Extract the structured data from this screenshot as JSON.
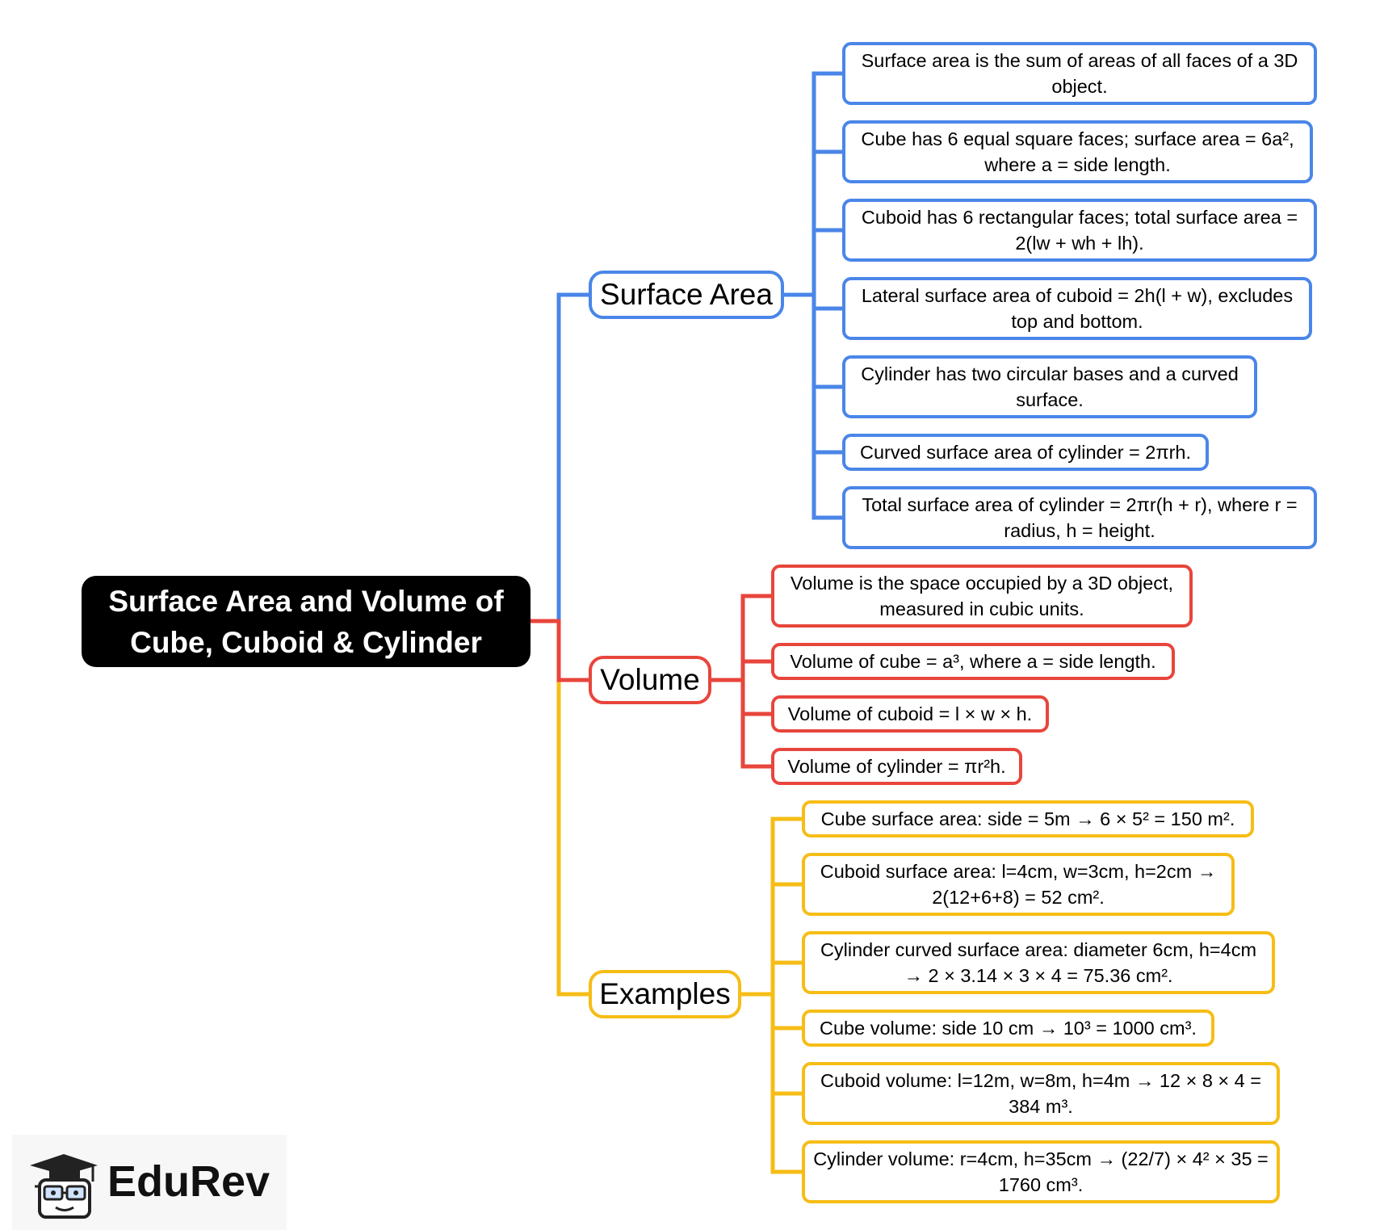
{
  "colors": {
    "surface_area": "#4a86e8",
    "volume": "#e8453c",
    "examples": "#f6bd16",
    "root_bg": "#000000",
    "root_text": "#ffffff"
  },
  "root": {
    "line1": "Surface Area and Volume of",
    "line2": "Cube, Cuboid & Cylinder"
  },
  "branches": {
    "surface_area": {
      "label": "Surface Area",
      "items": [
        "Surface area is the sum of areas of all faces of a 3D object.",
        "Cube has 6 equal square faces; surface area = 6a², where a = side length.",
        "Cuboid has 6 rectangular faces; total surface area = 2(lw + wh + lh).",
        "Lateral surface area of cuboid = 2h(l + w), excludes top and bottom.",
        "Cylinder has two circular bases and a curved surface.",
        "Curved surface area of cylinder = 2πrh.",
        "Total surface area of cylinder = 2πr(h + r), where r = radius, h = height."
      ]
    },
    "volume": {
      "label": "Volume",
      "items": [
        "Volume is the space occupied by a 3D object, measured in cubic units.",
        "Volume of cube = a³, where a = side length.",
        "Volume of cuboid = l × w × h.",
        "Volume of cylinder = πr²h."
      ]
    },
    "examples": {
      "label": "Examples",
      "items": [
        "Cube surface area: side = 5m → 6 × 5² = 150 m².",
        "Cuboid surface area: l=4cm, w=3cm, h=2cm → 2(12+6+8) = 52 cm².",
        "Cylinder curved surface area: diameter 6cm, h=4cm → 2 × 3.14 × 3 × 4 = 75.36 cm².",
        "Cube volume: side 10 cm → 10³ = 1000 cm³.",
        "Cuboid volume: l=12m, w=8m, h=4m → 12 × 8 × 4 = 384 m³.",
        "Cylinder volume: r=4cm, h=35cm → (22/7) × 4² × 35 = 1760 cm³."
      ]
    }
  },
  "logo": {
    "text": "EduRev",
    "icon": "mascot-graduation-cap-icon"
  }
}
